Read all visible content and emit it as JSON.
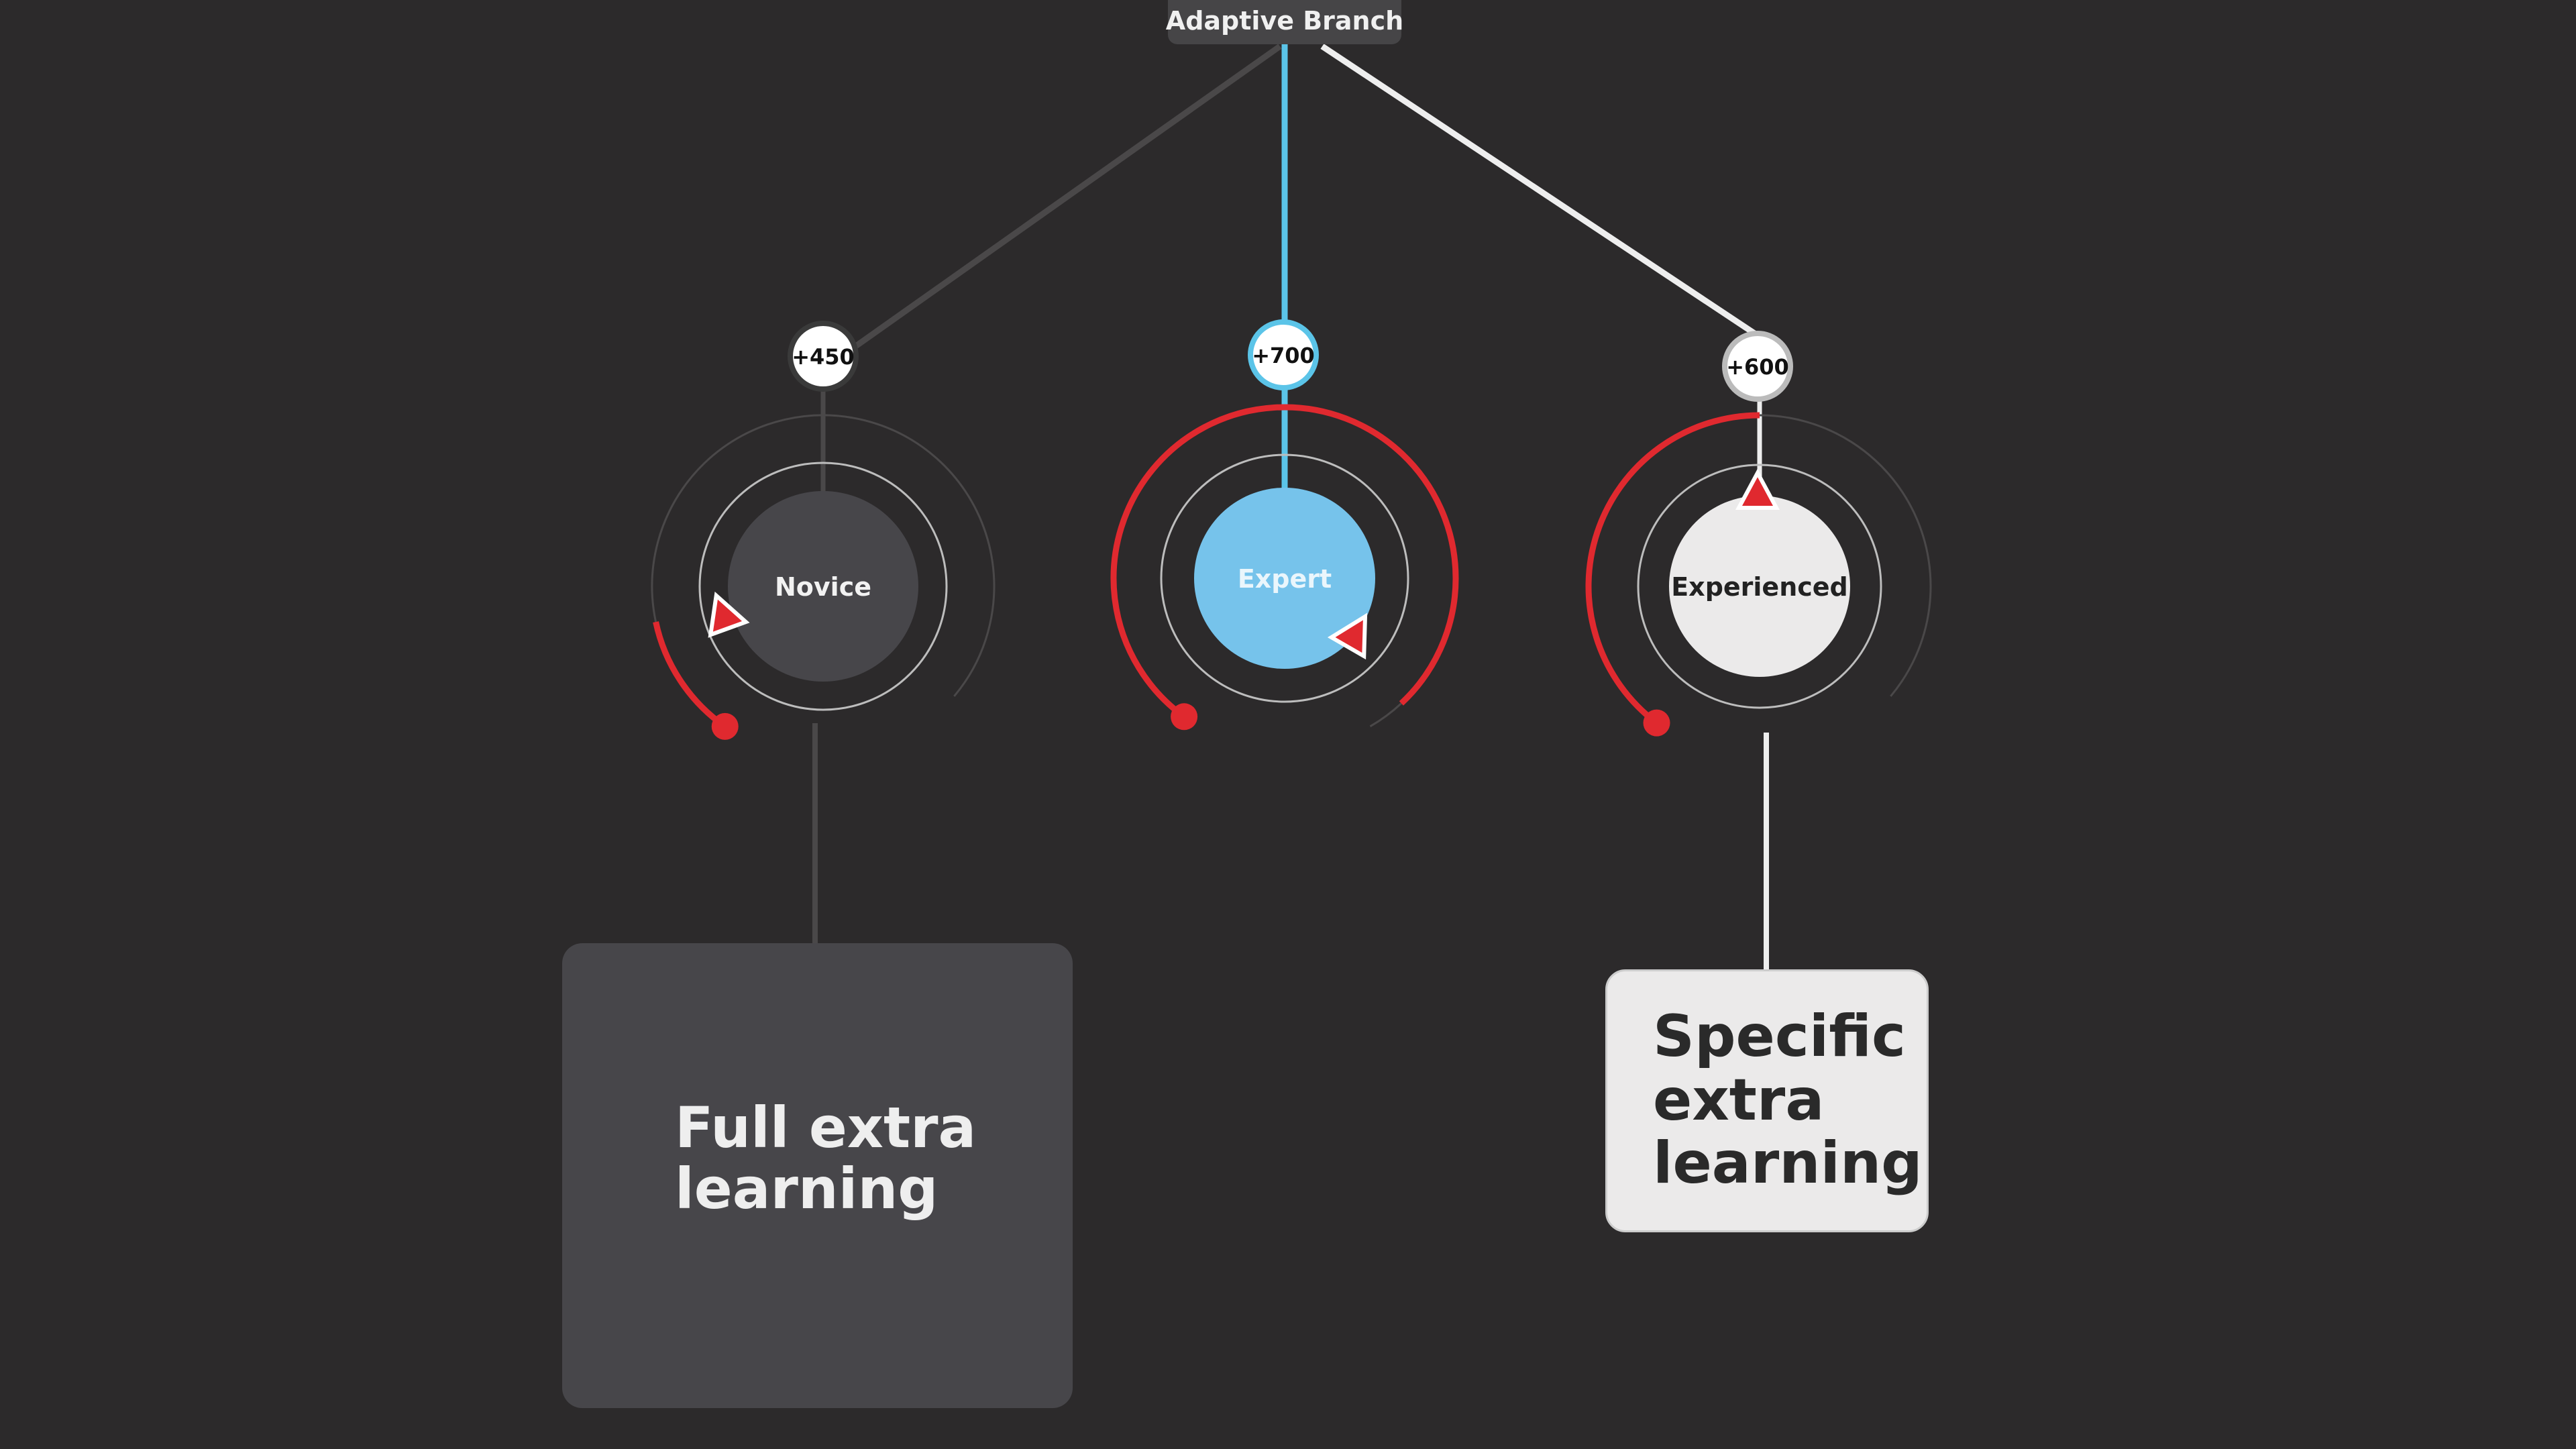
{
  "title": "Adaptive Branch",
  "colors": {
    "background": "#2c2a2b",
    "accent_blue": "#5bc4e8",
    "red": "#e0292f",
    "node_dark": "#47464a",
    "node_light": "#ebeaea",
    "node_blue": "#76c3eb"
  },
  "branches": [
    {
      "name": "Novice",
      "score": "+450",
      "progress_fraction": 0.12
    },
    {
      "name": "Expert",
      "score": "+700",
      "progress_fraction": 0.78
    },
    {
      "name": "Experienced",
      "score": "+600",
      "progress_fraction": 0.4
    }
  ],
  "outcomes": [
    {
      "lines": [
        "Full extra",
        "learning"
      ]
    },
    {
      "lines": [
        "Specific",
        "extra",
        "learning"
      ]
    }
  ]
}
